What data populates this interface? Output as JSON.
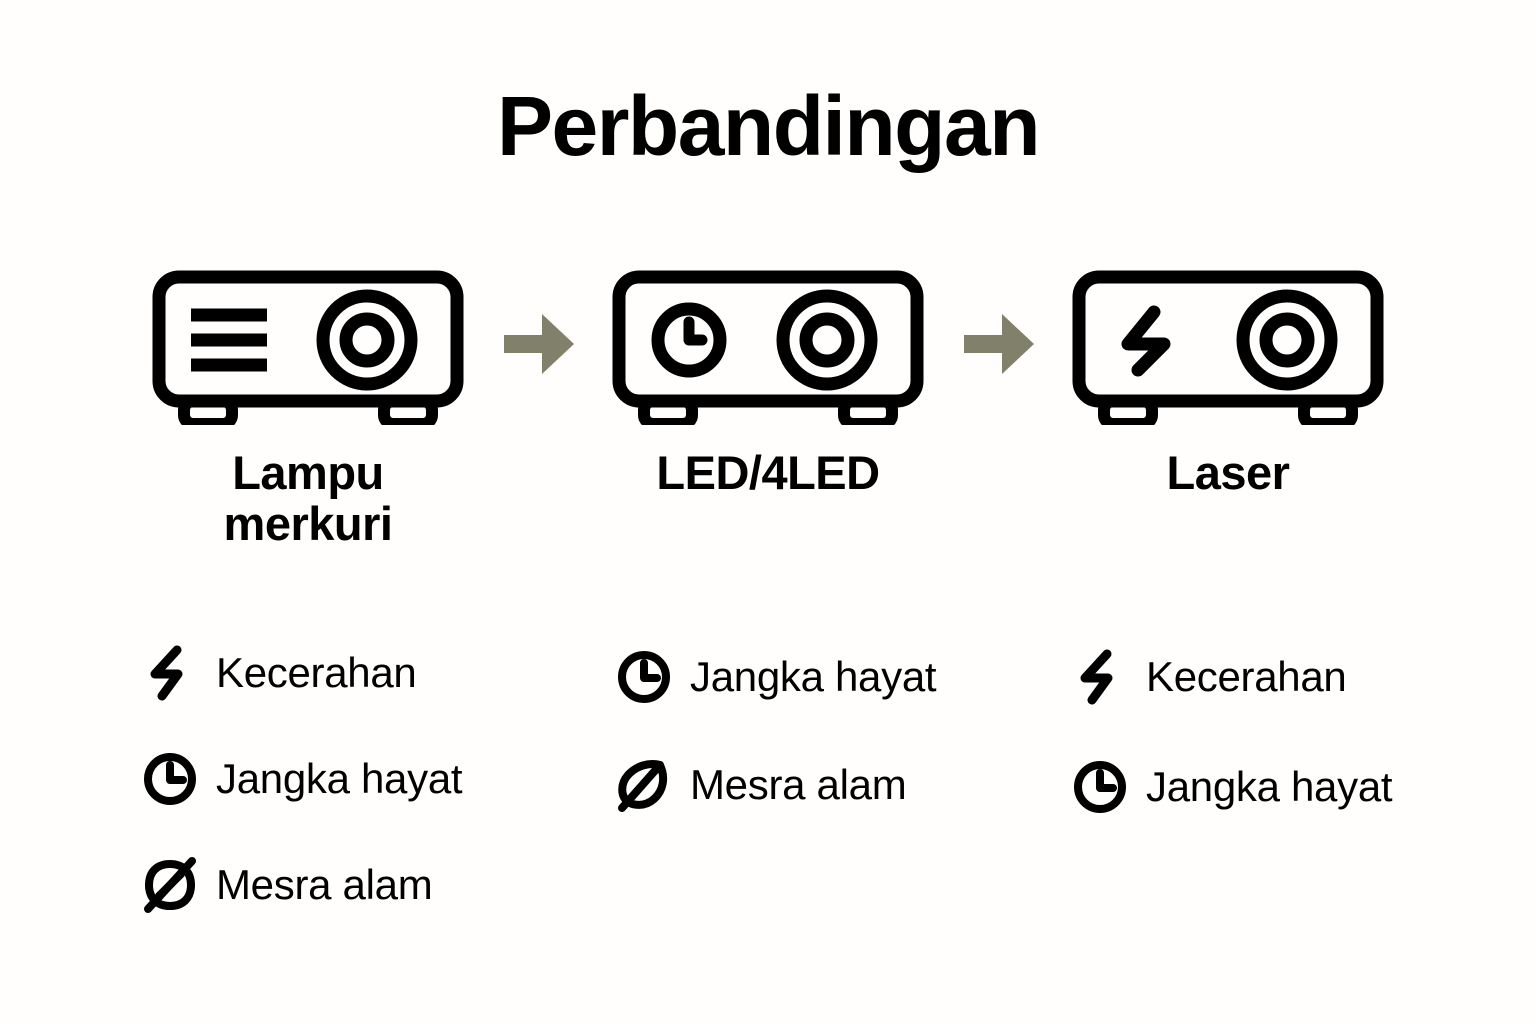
{
  "title": "Perbandingan",
  "colors": {
    "background": "#fffefc",
    "ink": "#000000",
    "arrow": "#81806a"
  },
  "arrows": [
    {
      "name": "arrow-1",
      "direction": "right"
    },
    {
      "name": "arrow-2",
      "direction": "right"
    }
  ],
  "columns": [
    {
      "id": "mercury-lamp",
      "label": "Lampu merkuri",
      "label_lines": [
        "Lampu",
        "merkuri"
      ],
      "projector_icon": "projector-with-vents-icon",
      "projector_badge": "vents-bars",
      "features": [
        {
          "icon": "bolt-icon",
          "label": "Kecerahan"
        },
        {
          "icon": "clock-icon",
          "label": "Jangka hayat"
        },
        {
          "icon": "leaf-slashed-icon",
          "label": "Mesra alam"
        }
      ]
    },
    {
      "id": "led-4led",
      "label": "LED/4LED",
      "label_lines": [
        "LED/4LED"
      ],
      "projector_icon": "projector-with-clock-icon",
      "projector_badge": "clock",
      "features": [
        {
          "icon": "clock-icon",
          "label": "Jangka hayat"
        },
        {
          "icon": "leaf-icon",
          "label": "Mesra alam"
        }
      ]
    },
    {
      "id": "laser",
      "label": "Laser",
      "label_lines": [
        "Laser"
      ],
      "projector_icon": "projector-with-bolt-icon",
      "projector_badge": "bolt",
      "features": [
        {
          "icon": "bolt-icon",
          "label": "Kecerahan"
        },
        {
          "icon": "clock-icon",
          "label": "Jangka hayat"
        }
      ]
    }
  ]
}
